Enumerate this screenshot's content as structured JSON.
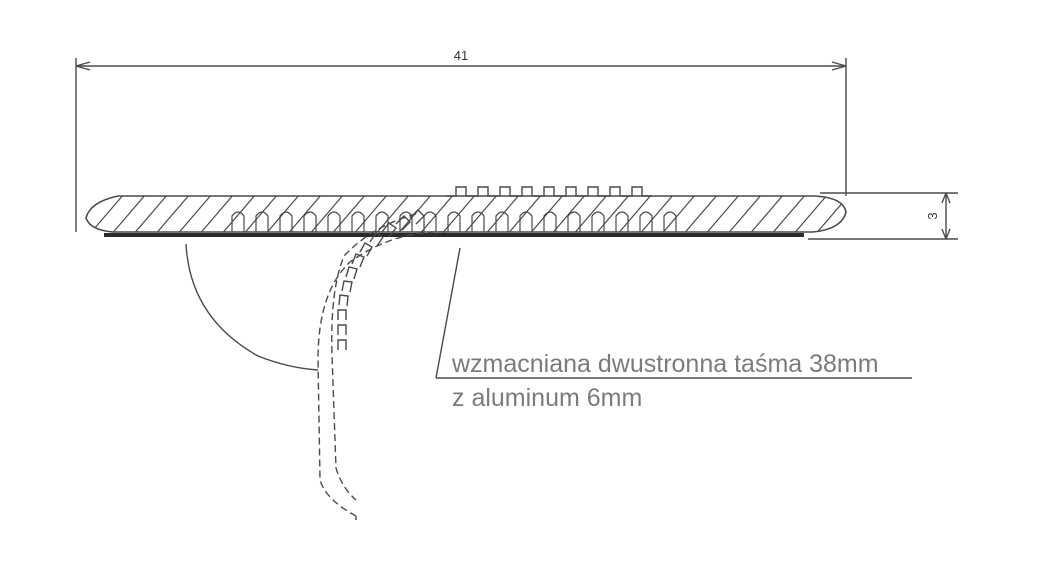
{
  "diagram": {
    "width_dimension": "41",
    "height_dimension": "3",
    "callout": {
      "line1": "wzmacniana dwustronna taśma 38mm",
      "line2": "z aluminum 6mm"
    },
    "colors": {
      "line": "#4a4a4a",
      "light_line": "#8a8a8a",
      "tape": "#2b2b2b",
      "text": "#7b7b7b"
    }
  }
}
